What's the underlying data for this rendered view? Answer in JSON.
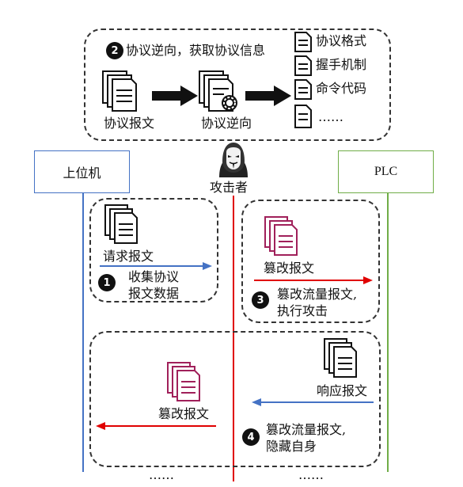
{
  "top_section": {
    "step_number": "2",
    "title": "协议逆向，获取协议信息",
    "node_protocol_message": "协议报文",
    "node_protocol_reverse": "协议逆向",
    "info_items": [
      "协议格式",
      "握手机制",
      "命令代码",
      "……"
    ]
  },
  "roles": {
    "host": "上位机",
    "plc": "PLC",
    "attacker": "攻击者"
  },
  "collect_box": {
    "step_number": "1",
    "message_label": "请求报文",
    "caption_line1": "收集协议",
    "caption_line2": "报文数据"
  },
  "tamper_box": {
    "step_number": "3",
    "message_label": "篡改报文",
    "caption_line1": "篡改流量报文,",
    "caption_line2": "执行攻击"
  },
  "hide_box": {
    "step_number": "4",
    "response_label": "响应报文",
    "tampered_label": "篡改报文",
    "caption_line1": "篡改流量报文,",
    "caption_line2": "隐藏自身"
  },
  "ellipsis_left": "……",
  "ellipsis_right": "……",
  "colors": {
    "host_line": "#4472c4",
    "attacker_line": "#e00000",
    "plc_line": "#70ad47",
    "tampered_doc": "#a0205a",
    "arrow_dark": "#111111"
  }
}
